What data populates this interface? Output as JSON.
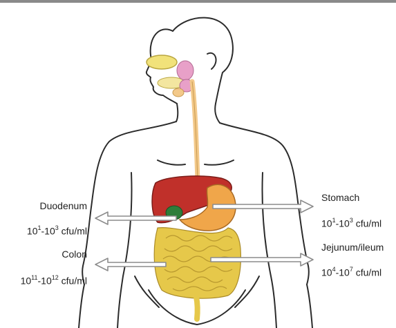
{
  "labels": {
    "duodenum": {
      "name": "Duodenum",
      "count": {
        "base1": "10",
        "exp1": "1",
        "sep": "-",
        "base2": "10",
        "exp2": "3",
        "unit": " cfu/ml"
      }
    },
    "colon": {
      "name": "Colon",
      "count": {
        "base1": "10",
        "exp1": "11",
        "sep": "-",
        "base2": "10",
        "exp2": "12",
        "unit": " cfu/ml"
      }
    },
    "stomach": {
      "name": "Stomach",
      "count": {
        "base1": "10",
        "exp1": "1",
        "sep": "-",
        "base2": "10",
        "exp2": "3",
        "unit": " cfu/ml"
      }
    },
    "jejunum": {
      "name": "Jejunum/ileum",
      "count": {
        "base1": "10",
        "exp1": "4",
        "sep": "-",
        "base2": "10",
        "exp2": "7",
        "unit": " cfu/ml"
      }
    }
  },
  "colors": {
    "outline": "#2b2b2b",
    "liver": "#c0302a",
    "gallbladder": "#2e7d3a",
    "stomach": "#f0a64a",
    "intestine": "#e6c84a",
    "esophagus": "#f3c98a",
    "salivary": "#e8a0c8",
    "nasal": "#f1e27a",
    "arrow": "#8c8c8c"
  }
}
